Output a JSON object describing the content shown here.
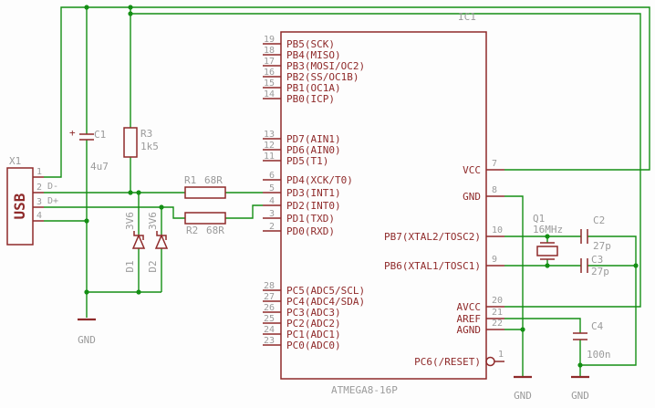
{
  "colors": {
    "wire_green": "#148F14",
    "symbol_maroon": "#8F2A2A",
    "label_gray": "#9B9B9B",
    "background": "#FDFDFD"
  },
  "components": {
    "usb": {
      "ref": "X1",
      "body_label": "USB",
      "pin_numbers": [
        "1",
        "2",
        "3",
        "4"
      ],
      "net_labels": {
        "dminus": "D-",
        "dplus": "D+"
      }
    },
    "c1": {
      "ref": "C1",
      "value": "4u7",
      "polarity": "+"
    },
    "r3": {
      "ref": "R3",
      "value": "1k5"
    },
    "r1": {
      "ref": "R1",
      "value": "68R"
    },
    "r2": {
      "ref": "R2",
      "value": "68R"
    },
    "d1": {
      "ref": "D1",
      "value": "3V6"
    },
    "d2": {
      "ref": "D2",
      "value": "3V6"
    },
    "q1": {
      "ref": "Q1",
      "value": "16MHz"
    },
    "c2": {
      "ref": "C2",
      "value": "27p"
    },
    "c3": {
      "ref": "C3",
      "value": "27p"
    },
    "c4": {
      "ref": "C4",
      "value": "100n"
    },
    "ic": {
      "ref": "IC1",
      "value": "ATMEGA8-16P",
      "left_pins": [
        {
          "num": "19",
          "label": "PB5(SCK)"
        },
        {
          "num": "18",
          "label": "PB4(MISO)"
        },
        {
          "num": "17",
          "label": "PB3(MOSI/OC2)"
        },
        {
          "num": "16",
          "label": "PB2(SS/OC1B)"
        },
        {
          "num": "15",
          "label": "PB1(OC1A)"
        },
        {
          "num": "14",
          "label": "PB0(ICP)"
        },
        {
          "num": "13",
          "label": "PD7(AIN1)"
        },
        {
          "num": "12",
          "label": "PD6(AIN0)"
        },
        {
          "num": "11",
          "label": "PD5(T1)"
        },
        {
          "num": "6",
          "label": "PD4(XCK/T0)"
        },
        {
          "num": "5",
          "label": "PD3(INT1)"
        },
        {
          "num": "4",
          "label": "PD2(INT0)"
        },
        {
          "num": "3",
          "label": "PD1(TXD)"
        },
        {
          "num": "2",
          "label": "PD0(RXD)"
        },
        {
          "num": "28",
          "label": "PC5(ADC5/SCL)"
        },
        {
          "num": "27",
          "label": "PC4(ADC4/SDA)"
        },
        {
          "num": "26",
          "label": "PC3(ADC3)"
        },
        {
          "num": "25",
          "label": "PC2(ADC2)"
        },
        {
          "num": "24",
          "label": "PC1(ADC1)"
        },
        {
          "num": "23",
          "label": "PC0(ADC0)"
        }
      ],
      "right_pins": [
        {
          "num": "7",
          "label": "VCC"
        },
        {
          "num": "8",
          "label": "GND"
        },
        {
          "num": "10",
          "label": "PB7(XTAL2/TOSC2)"
        },
        {
          "num": "9",
          "label": "PB6(XTAL1/TOSC1)"
        },
        {
          "num": "20",
          "label": "AVCC"
        },
        {
          "num": "21",
          "label": "AREF"
        },
        {
          "num": "22",
          "label": "AGND"
        },
        {
          "num": "1",
          "label": "PC6(/RESET)"
        }
      ]
    }
  },
  "ground_labels": {
    "left": "GND",
    "right1": "GND",
    "right2": "GND"
  }
}
